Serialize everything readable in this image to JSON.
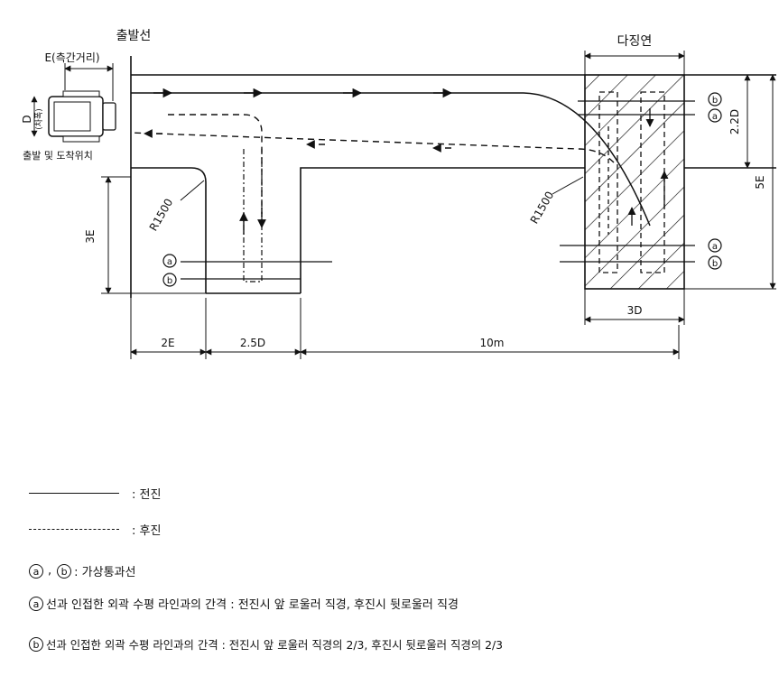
{
  "labels": {
    "start_line": "출발선",
    "side_gap": "E(측간거리)",
    "vehicle_width": "D",
    "vehicle_width_sub": "(차폭)",
    "start_finish_position": "출발 및 도착위치",
    "parking_area": "다징연",
    "radius_left": "R1500",
    "radius_right": "R1500",
    "dim_3e": "3E",
    "dim_2e": "2E",
    "dim_2_5d": "2.5D",
    "dim_10m": "10m",
    "dim_3d": "3D",
    "dim_2_2d": "2.2D",
    "dim_5e": "5E",
    "mark_a": "a",
    "mark_b": "b"
  },
  "legend": {
    "forward": ": 전진",
    "reverse": ": 후진",
    "virtual_lines": ": 가상통과선",
    "comma": ",",
    "line_a": "선과 인접한 외곽 수평 라인과의 간격 : 전진시 앞 로울러 직경, 후진시 뒷로울러 직경",
    "line_b": "선과 인접한 외곽 수평 라인과의 간격 : 전진시 앞 로울러 직경의 2/3, 후진시 뒷로울러 직경의 2/3"
  }
}
